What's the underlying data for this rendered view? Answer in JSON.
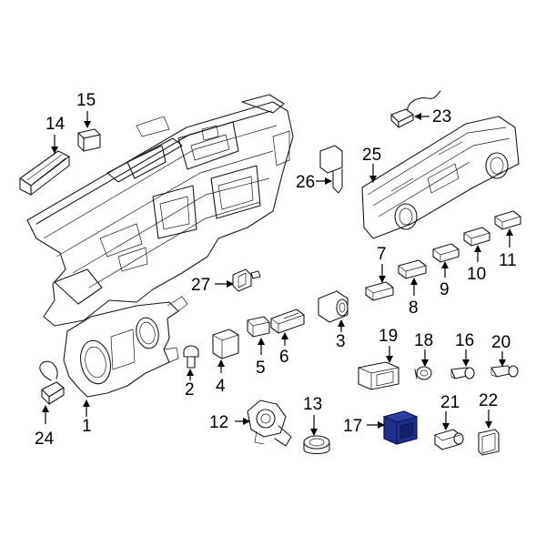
{
  "diagram": {
    "highlight_color": "#1f2f8a",
    "callouts": [
      {
        "id": "c1",
        "text": "1"
      },
      {
        "id": "c2",
        "text": "2"
      },
      {
        "id": "c3",
        "text": "3"
      },
      {
        "id": "c4",
        "text": "4"
      },
      {
        "id": "c5",
        "text": "5"
      },
      {
        "id": "c6",
        "text": "6"
      },
      {
        "id": "c7",
        "text": "7"
      },
      {
        "id": "c8",
        "text": "8"
      },
      {
        "id": "c9",
        "text": "9"
      },
      {
        "id": "c10",
        "text": "10"
      },
      {
        "id": "c11",
        "text": "11"
      },
      {
        "id": "c12",
        "text": "12"
      },
      {
        "id": "c13",
        "text": "13"
      },
      {
        "id": "c14",
        "text": "14"
      },
      {
        "id": "c15",
        "text": "15"
      },
      {
        "id": "c16",
        "text": "16"
      },
      {
        "id": "c17",
        "text": "17"
      },
      {
        "id": "c18",
        "text": "18"
      },
      {
        "id": "c19",
        "text": "19"
      },
      {
        "id": "c20",
        "text": "20"
      },
      {
        "id": "c21",
        "text": "21"
      },
      {
        "id": "c22",
        "text": "22"
      },
      {
        "id": "c23",
        "text": "23"
      },
      {
        "id": "c24",
        "text": "24"
      },
      {
        "id": "c25",
        "text": "25"
      },
      {
        "id": "c26",
        "text": "26"
      },
      {
        "id": "c27",
        "text": "27"
      }
    ]
  }
}
